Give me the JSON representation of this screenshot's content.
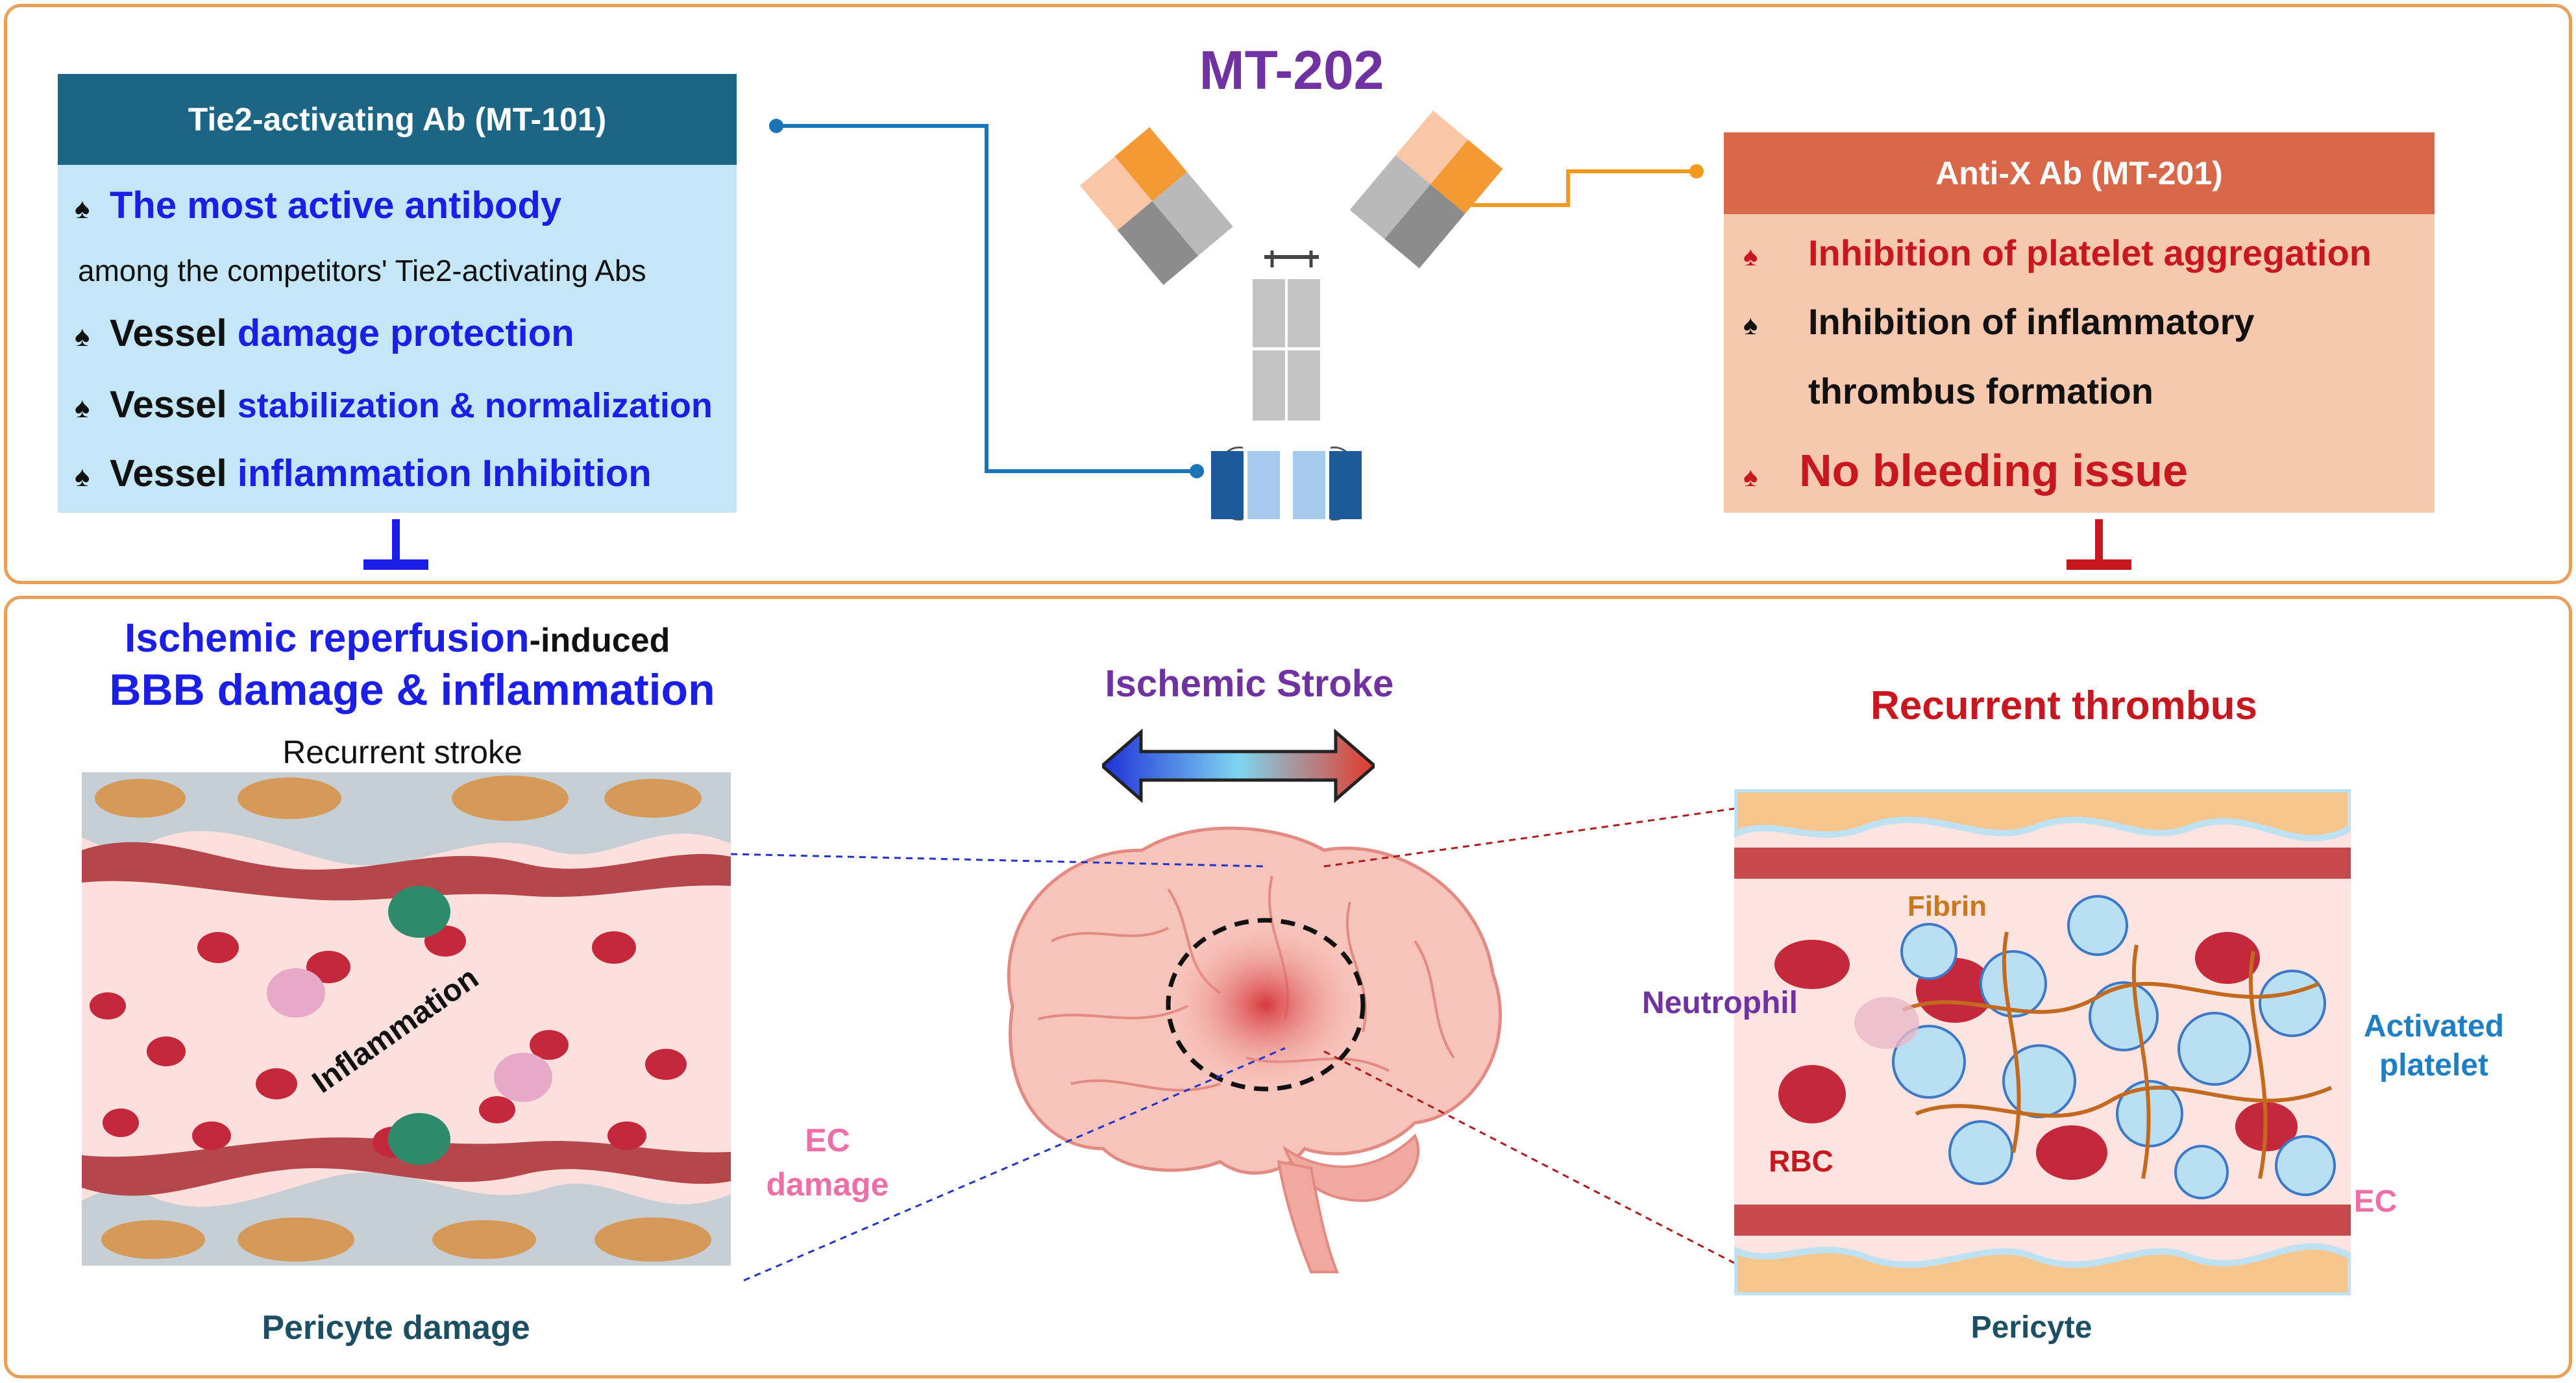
{
  "title": "MT-202",
  "colors": {
    "panel_border": "#e9a15a",
    "left_header": "#1d6585",
    "left_box": "#c5e6f6",
    "right_header": "#d9684b",
    "right_box": "#f6c9ae",
    "blue_text": "#1a1ee6",
    "red_text": "#c8171e",
    "purple": "#7032a0",
    "teal_dark": "#1c4f63",
    "pink": "#ee6fa7",
    "light_blue": "#1f7fc4"
  },
  "left_box": {
    "header": "Tie2-activating Ab (MT-101)",
    "items": [
      {
        "symbol": "♠",
        "lead": "",
        "highlight": "The most active antibody"
      },
      {
        "symbol": "",
        "lead": "among the competitors' Tie2-activating Abs",
        "highlight": ""
      },
      {
        "symbol": "♠",
        "lead": "Vessel",
        "highlight": "damage protection"
      },
      {
        "symbol": "♠",
        "lead": "Vessel",
        "highlight": "stabilization & normalization"
      },
      {
        "symbol": "♠",
        "lead": "Vessel",
        "highlight": "inflammation Inhibition"
      }
    ]
  },
  "right_box": {
    "header": "Anti-X Ab (MT-201)",
    "items": [
      {
        "symbol": "♠",
        "text": "Inhibition of platelet aggregation"
      },
      {
        "symbol": "♠",
        "text": "Inhibition of inflammatory"
      },
      {
        "symbol": "",
        "text": "thrombus formation"
      },
      {
        "symbol": "♠",
        "text": "No bleeding issue"
      }
    ]
  },
  "inhibit_symbol": "⊥",
  "left_section": {
    "title_highlight": "Ischemic reperfusion",
    "title_suffix": "-induced",
    "title_line2": "BBB damage & inflammation",
    "subtitle": "Recurrent stroke",
    "inflammation_label": "Inflammation",
    "bottom_label": "Pericyte damage",
    "ec_label_1": "EC",
    "ec_label_2": "damage"
  },
  "center_section": {
    "title": "Ischemic Stroke"
  },
  "right_section": {
    "title": "Recurrent thrombus",
    "fibrin": "Fibrin",
    "neutrophil": "Neutrophil",
    "rbc": "RBC",
    "activated_1": "Activated",
    "activated_2": "platelet",
    "ec": "EC",
    "bottom_label": "Pericyte"
  }
}
